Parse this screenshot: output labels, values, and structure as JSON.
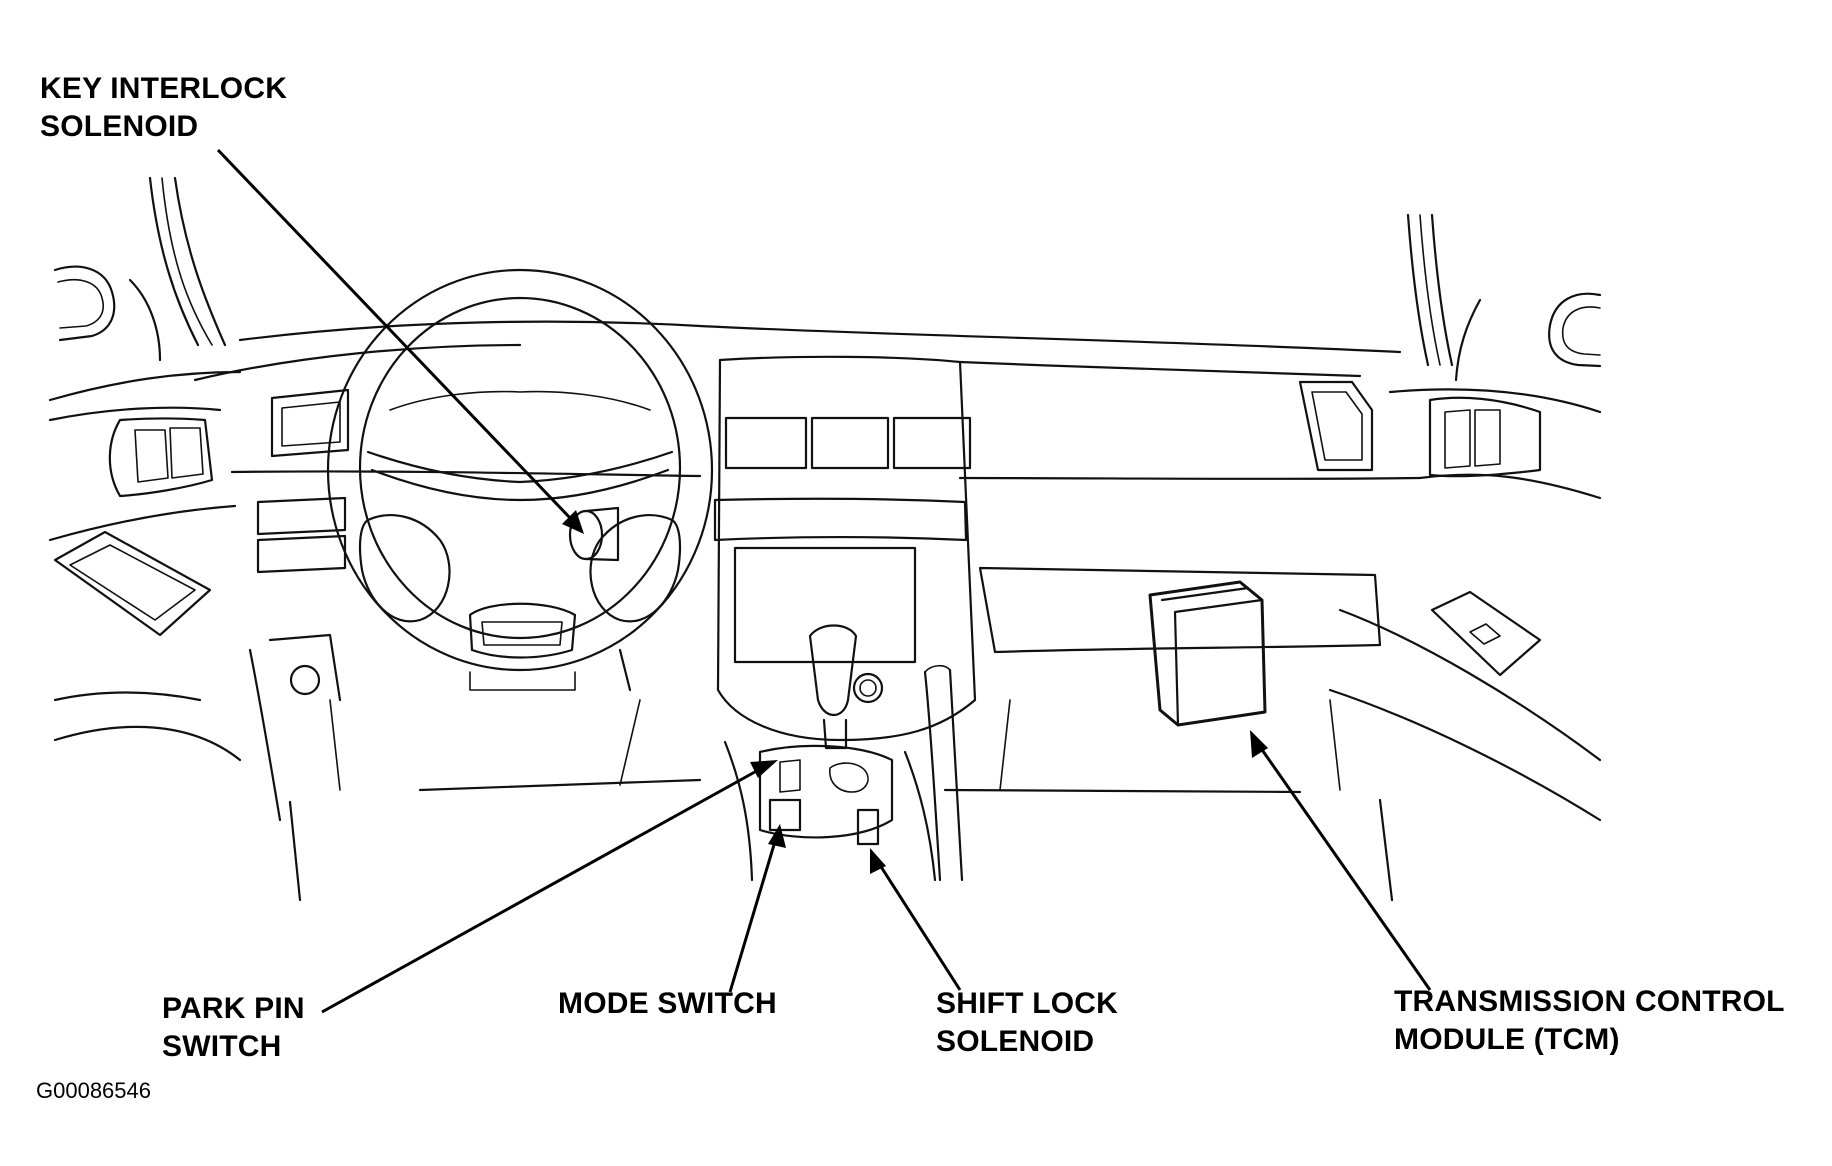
{
  "figure_id": "G00086546",
  "callouts": [
    {
      "id": "key-interlock-solenoid",
      "lines": [
        "KEY INTERLOCK",
        "SOLENOID"
      ]
    },
    {
      "id": "park-pin-switch",
      "lines": [
        "PARK PIN",
        "SWITCH"
      ]
    },
    {
      "id": "mode-switch",
      "lines": [
        "MODE SWITCH"
      ]
    },
    {
      "id": "shift-lock-solenoid",
      "lines": [
        "SHIFT LOCK",
        "SOLENOID"
      ]
    },
    {
      "id": "transmission-control-module",
      "lines": [
        "TRANSMISSION CONTROL",
        "MODULE (TCM)"
      ]
    }
  ]
}
